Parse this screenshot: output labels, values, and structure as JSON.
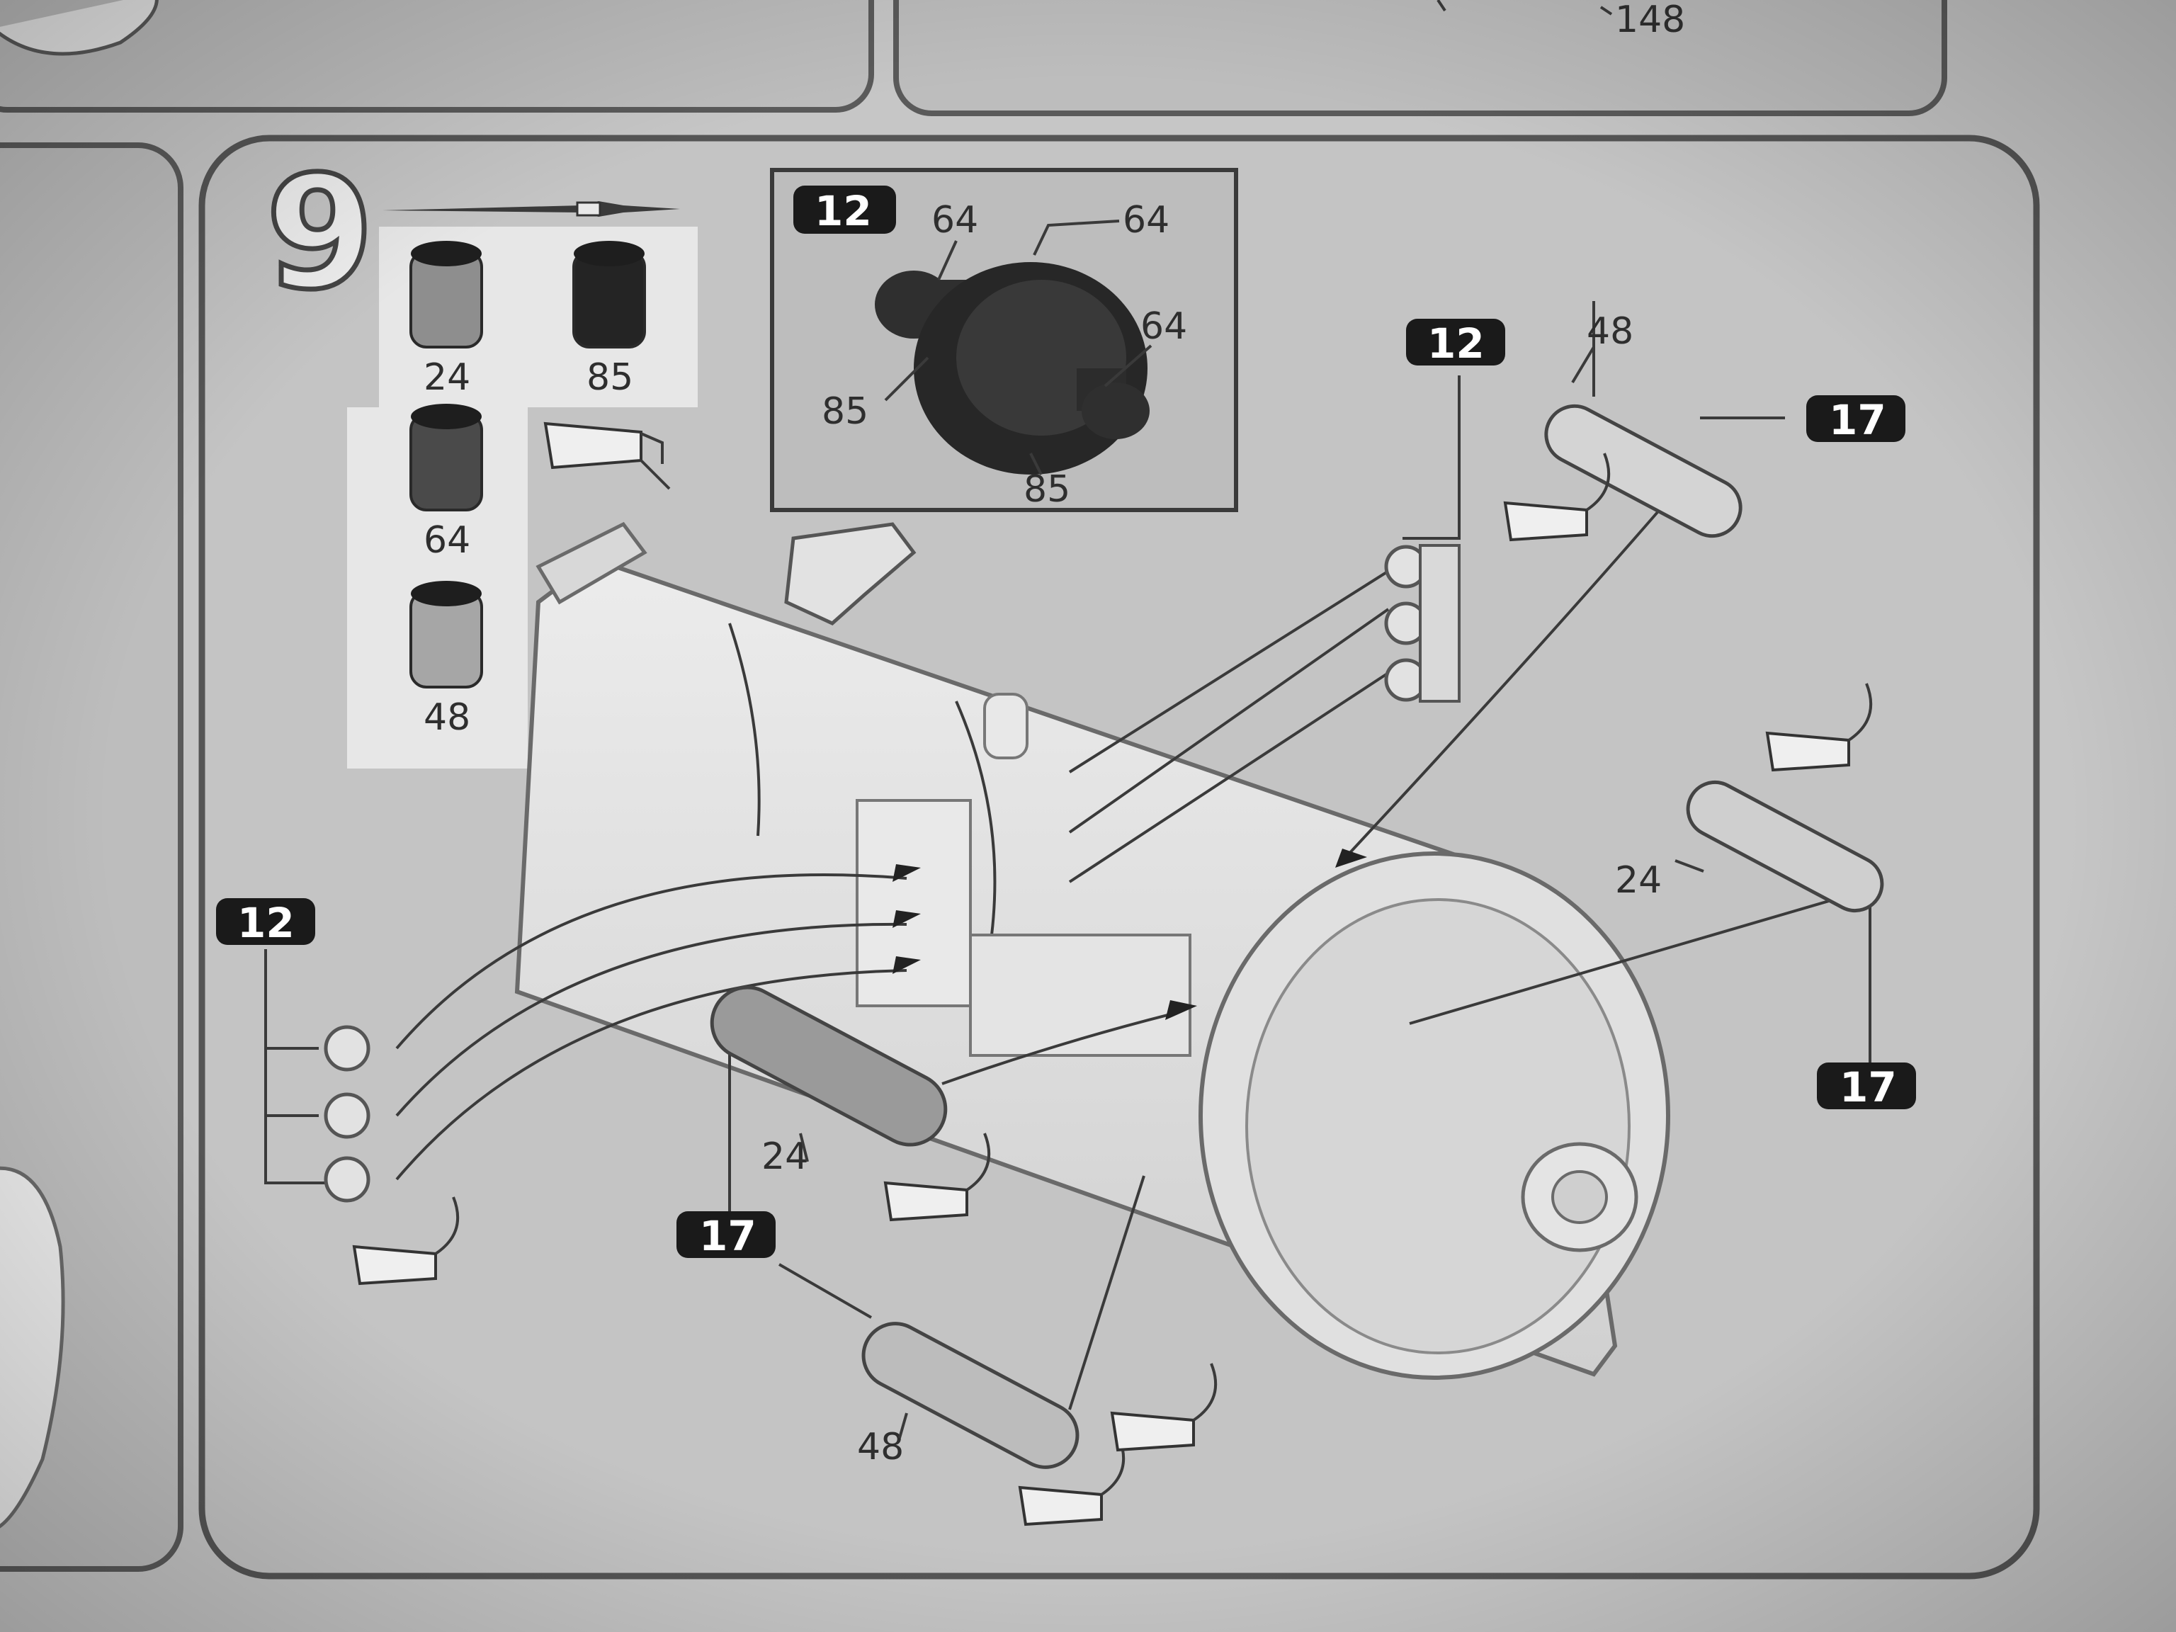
{
  "step": {
    "number": "9"
  },
  "top_label": "148",
  "paints": [
    {
      "code": "24",
      "color": "#8e8e8e"
    },
    {
      "code": "85",
      "color": "#242424"
    },
    {
      "code": "64",
      "color": "#4a4a4a"
    },
    {
      "code": "48",
      "color": "#a6a6a6"
    }
  ],
  "inset": {
    "badge": "12",
    "labels": {
      "top_left": "64",
      "top_right": "64",
      "right": "64",
      "left": "85",
      "bottom": "85"
    }
  },
  "badges": {
    "right_top": "12",
    "far_right_top": "17",
    "left_mid": "12",
    "bottom_left": "17",
    "bottom_right": "17"
  },
  "part_labels": {
    "cyl_top_right": "48",
    "cyl_mid_right": "24",
    "cyl_left_front": "24",
    "cyl_bottom": "48"
  },
  "glue_marks": [
    "glue-1",
    "glue-2",
    "glue-3",
    "glue-4",
    "glue-5",
    "glue-6"
  ]
}
